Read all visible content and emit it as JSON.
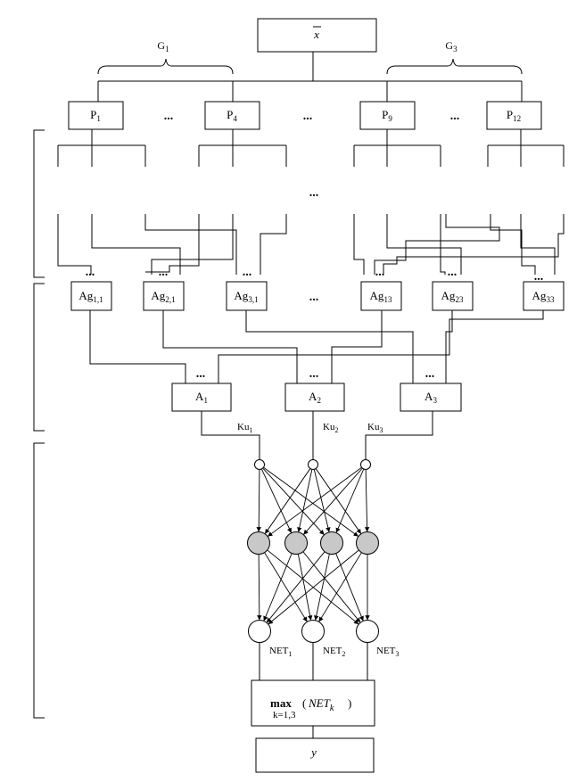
{
  "input_label": "x",
  "groups": {
    "g1": "G1",
    "g3": "G3"
  },
  "p_blocks": [
    "P1",
    "P4",
    "P9",
    "P12"
  ],
  "ag_blocks": [
    "Ag1,1",
    "Ag2,1",
    "Ag3,1",
    "Ag13",
    "Ag23",
    "Ag33"
  ],
  "a_blocks": [
    "A1",
    "A2",
    "A3"
  ],
  "ku_labels": [
    "Ku1",
    "Ku2",
    "Ku3"
  ],
  "net_labels": [
    "NET1",
    "NET2",
    "NET3"
  ],
  "max_block": {
    "func": "max",
    "arg": "NET",
    "arg_sub": "k",
    "range": "k=1,3"
  },
  "output_label": "y",
  "ellipsis": "..."
}
